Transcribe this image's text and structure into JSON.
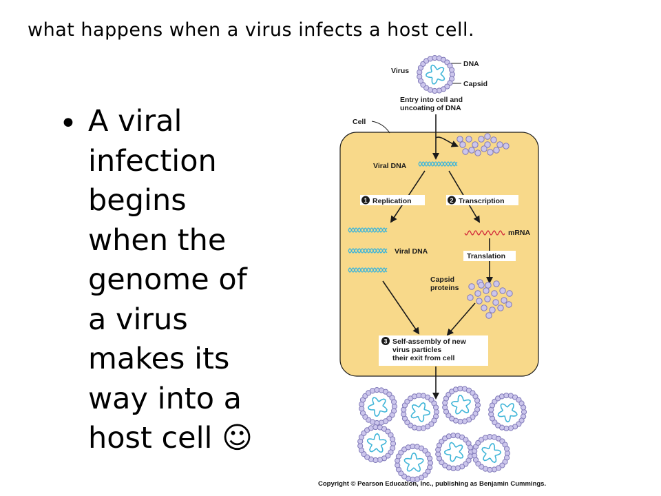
{
  "slide": {
    "title": "what happens when a virus infects a host cell.",
    "bullet_lines": [
      "A viral",
      "infection",
      "begins",
      "when the",
      "genome of",
      "a virus",
      "makes its",
      "way into a",
      "host cell ☺"
    ]
  },
  "diagram": {
    "labels": {
      "virus": "Virus",
      "dna": "DNA",
      "capsid": "Capsid",
      "entry_1": "Entry into cell and",
      "entry_2": "uncoating of DNA",
      "cell": "Cell",
      "viral_dna_top": "Viral DNA",
      "replication": "Replication",
      "transcription": "Transcription",
      "mrna": "mRNA",
      "viral_dna_mid": "Viral DNA",
      "translation": "Translation",
      "capsid_proteins_1": "Capsid",
      "capsid_proteins_2": "proteins",
      "assembly_1": "Self-assembly of new",
      "assembly_2": "virus particles",
      "assembly_3": "their exit from cell"
    },
    "steps": [
      "1",
      "2",
      "3"
    ],
    "colors": {
      "cell_fill": "#f8d98a",
      "cell_stroke": "#1a1a1a",
      "dna": "#3fb5d8",
      "mrna": "#d22a3a",
      "capsomere_fill": "#ccc6ec",
      "capsomere_stroke": "#7f78b8"
    }
  },
  "footer": {
    "copyright": "Copyright © Pearson Education, Inc., publishing as Benjamin Cummings."
  }
}
